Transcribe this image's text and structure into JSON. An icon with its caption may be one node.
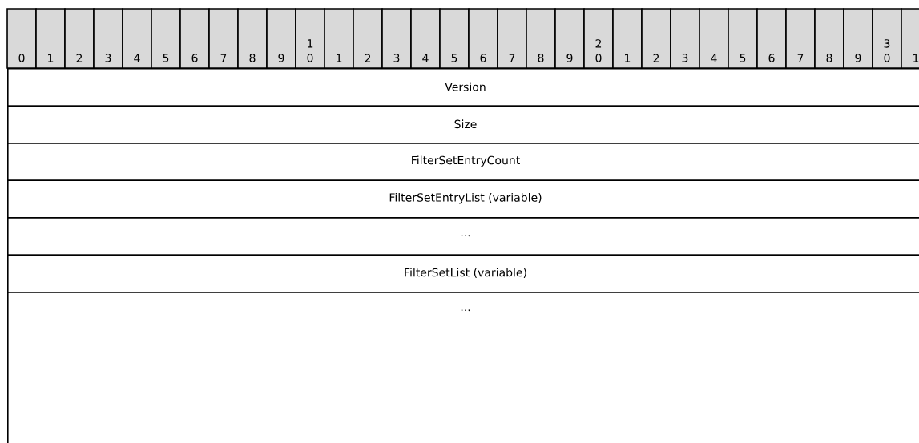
{
  "diagram": {
    "nodes": [
      {
        "text": [
          "Version"
        ]
      },
      {
        "text": [
          "Size"
        ]
      },
      {
        "text": [
          "FilterSetEntryCount"
        ]
      },
      {
        "text": [
          "FilterSetEntryList (variable)"
        ]
      },
      {
        "text": [
          "..."
        ]
      },
      {
        "text": [
          "FilterSetList (variable)"
        ]
      },
      {
        "text": [
          "..."
        ]
      }
    ],
    "labels": [
      "0",
      "1",
      "2",
      "3",
      "4",
      "5",
      "6",
      "7",
      "8",
      "9",
      "1 0",
      "1",
      "2",
      "3",
      "4",
      "5",
      "6",
      "7",
      "8",
      "9",
      "2 0",
      "1",
      "2",
      "3",
      "4",
      "5",
      "6",
      "7",
      "8",
      "9",
      "3 0",
      "1"
    ]
  }
}
